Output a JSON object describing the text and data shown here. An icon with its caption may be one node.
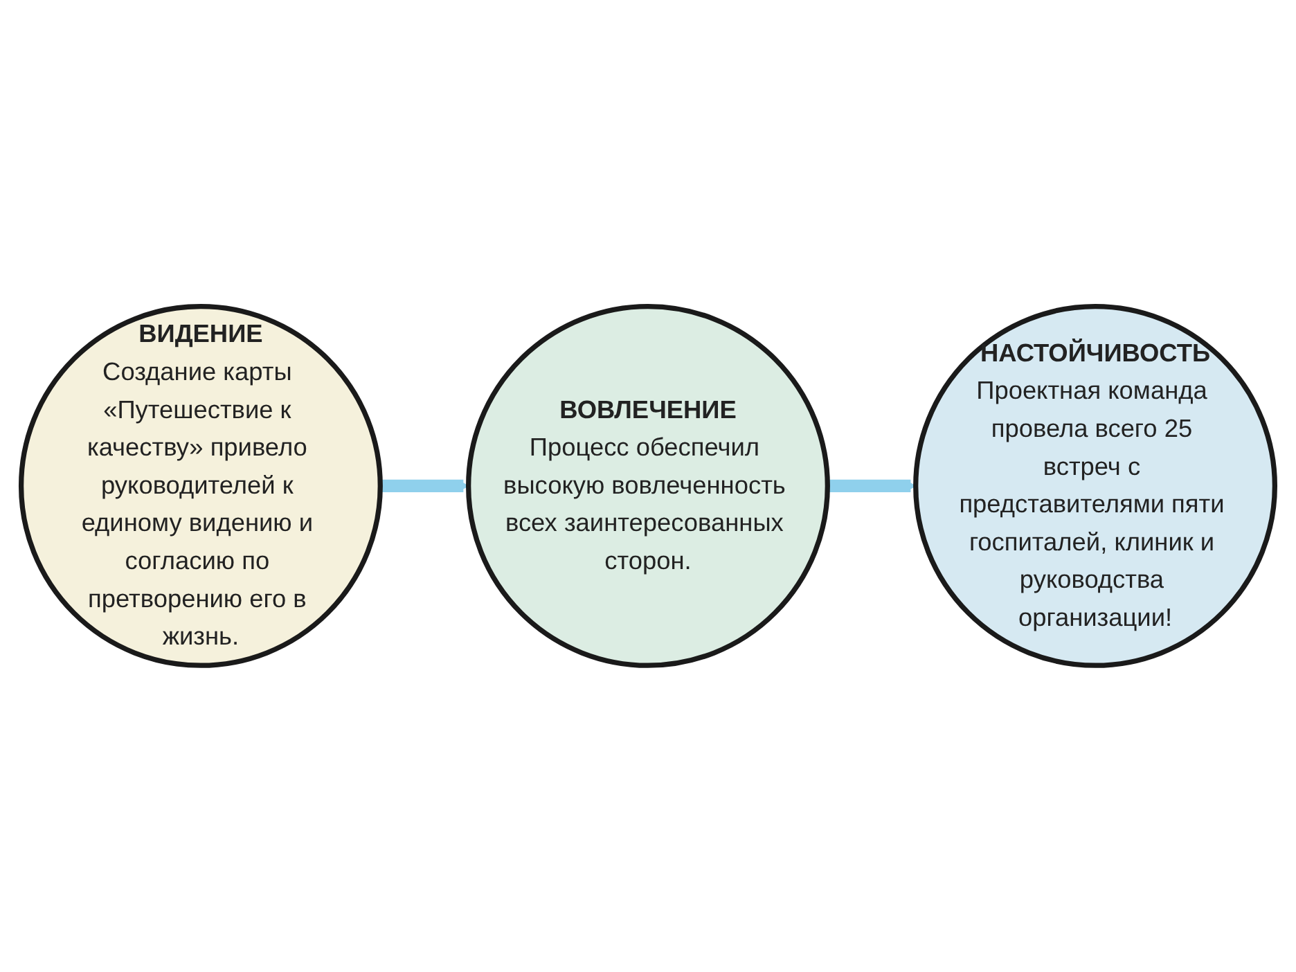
{
  "diagram": {
    "nodes": [
      {
        "text": [
          "ВИДЕНИЕ",
          "Создание карты «Путешествие к качеству» привело руководителей к единому видению и согласию по претворению его в жизнь."
        ]
      },
      {
        "text": [
          "ВОВЛЕЧЕНИЕ",
          "Процесс обеспечил высокую вовлеченность всех заинтересованных сторон."
        ]
      },
      {
        "text": [
          "НАСТОЙЧИВОСТЬ",
          "Проектная команда провела всего 25 встреч с представителями пяти госпиталей, клиник и руководства организации!"
        ]
      }
    ],
    "edges": [
      {
        "from": 0,
        "to": 1,
        "arrow": "to"
      },
      {
        "from": 1,
        "to": 2,
        "arrow": "to"
      }
    ]
  }
}
